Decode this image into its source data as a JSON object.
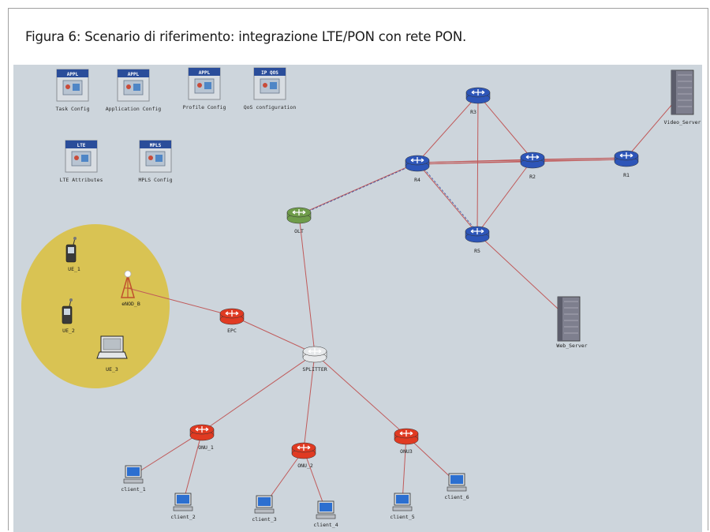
{
  "caption": "Figura 6: Scenario di riferimento: integrazione LTE/PON con rete PON.",
  "config_blocks": [
    {
      "id": "task",
      "title": "APPL",
      "label": "Task Config"
    },
    {
      "id": "app",
      "title": "APPL",
      "label": "Application Config"
    },
    {
      "id": "profile",
      "title": "APPL",
      "label": "Profile Config"
    },
    {
      "id": "qos",
      "title": "IP QOS",
      "label": "QoS configuration"
    },
    {
      "id": "lte",
      "title": "LTE",
      "label": "LTE Attributes"
    },
    {
      "id": "mpls",
      "title": "MPLS",
      "label": "MPLS Config"
    }
  ],
  "nodes": [
    {
      "id": "R1",
      "label": "R1",
      "kind": "router-blue"
    },
    {
      "id": "R2",
      "label": "R2",
      "kind": "router-blue"
    },
    {
      "id": "R3",
      "label": "R3",
      "kind": "router-blue"
    },
    {
      "id": "R4",
      "label": "R4",
      "kind": "router-blue"
    },
    {
      "id": "R5",
      "label": "R5",
      "kind": "router-blue"
    },
    {
      "id": "OLT",
      "label": "OLT",
      "kind": "router-green"
    },
    {
      "id": "EPC",
      "label": "EPC",
      "kind": "router-red"
    },
    {
      "id": "SPLITTER",
      "label": "SPLITTER",
      "kind": "router-white"
    },
    {
      "id": "ONU1",
      "label": "ONU_1",
      "kind": "router-red"
    },
    {
      "id": "ONU2",
      "label": "ONU_2",
      "kind": "router-red"
    },
    {
      "id": "ONU3",
      "label": "ONU3",
      "kind": "router-red"
    },
    {
      "id": "eNB",
      "label": "eNOD_B",
      "kind": "antenna"
    },
    {
      "id": "UE1",
      "label": "UE_1",
      "kind": "phone"
    },
    {
      "id": "UE2",
      "label": "UE_2",
      "kind": "phone"
    },
    {
      "id": "UE3",
      "label": "UE_3",
      "kind": "laptop"
    },
    {
      "id": "VS",
      "label": "Video_Server",
      "kind": "server"
    },
    {
      "id": "WS",
      "label": "Web_Server",
      "kind": "server"
    },
    {
      "id": "c1",
      "label": "client_1",
      "kind": "pc"
    },
    {
      "id": "c2",
      "label": "client_2",
      "kind": "pc"
    },
    {
      "id": "c3",
      "label": "client_3",
      "kind": "pc"
    },
    {
      "id": "c4",
      "label": "client_4",
      "kind": "pc"
    },
    {
      "id": "c5",
      "label": "client_5",
      "kind": "pc"
    },
    {
      "id": "c6",
      "label": "client_6",
      "kind": "pc"
    }
  ],
  "links": [
    [
      "R3",
      "R4"
    ],
    [
      "R3",
      "R2"
    ],
    [
      "R3",
      "R5"
    ],
    [
      "R4",
      "R2"
    ],
    [
      "R4",
      "R5"
    ],
    [
      "R2",
      "R5"
    ],
    [
      "R2",
      "R1"
    ],
    [
      "R4",
      "R1"
    ],
    [
      "R1",
      "VS"
    ],
    [
      "R4",
      "OLT"
    ],
    [
      "R5",
      "WS"
    ],
    [
      "OLT",
      "SPLITTER"
    ],
    [
      "EPC",
      "SPLITTER"
    ],
    [
      "eNB",
      "EPC"
    ],
    [
      "SPLITTER",
      "ONU1"
    ],
    [
      "SPLITTER",
      "ONU2"
    ],
    [
      "SPLITTER",
      "ONU3"
    ],
    [
      "ONU1",
      "c1"
    ],
    [
      "ONU1",
      "c2"
    ],
    [
      "ONU2",
      "c3"
    ],
    [
      "ONU2",
      "c4"
    ],
    [
      "ONU3",
      "c5"
    ],
    [
      "ONU3",
      "c6"
    ]
  ],
  "colors": {
    "background": "#cdd5dc",
    "lte_cell": "#d9c353",
    "link": "#c05a5a",
    "router_blue": "#2d55b8",
    "router_red": "#e03a22",
    "router_green": "#6f9c4a",
    "router_white": "#e6e8ea"
  }
}
